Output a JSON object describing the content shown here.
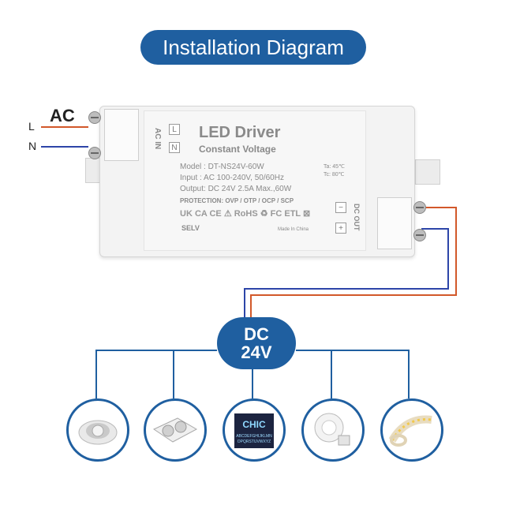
{
  "title": "Installation Diagram",
  "input_labels": {
    "ac": "AC",
    "l": "L",
    "n": "N"
  },
  "driver": {
    "ac_in_label": "AC IN",
    "terminal_l": "L",
    "terminal_n": "N",
    "name": "LED Driver",
    "subtitle": "Constant Voltage",
    "model": "Model : DT-NS24V-60W",
    "input": "Input   : AC 100-240V,  50/60Hz",
    "output": "Output: DC 24V  2.5A Max.,60W",
    "ta": "Ta: 45℃",
    "tc": "Tc: 80℃",
    "protection": "PROTECTION: OVP / OTP / OCP / SCP",
    "marks": "UK CA  CE  ⚠  RoHS  ♻  FC  ETL  ⊠",
    "selv": "SELV",
    "made_in": "Made In China",
    "dc_out_label": "DC OUT",
    "minus": "−",
    "plus": "+"
  },
  "output_badge": {
    "line1": "DC",
    "line2": "24V"
  },
  "devices": [
    {
      "icon": "downlight-icon"
    },
    {
      "icon": "grille-light-icon"
    },
    {
      "icon": "led-sign-icon",
      "text_top": "CHIC",
      "text_line1": "ABCDEFGHIJKLMN",
      "text_line2": "OPQRSTUVWXYZ"
    },
    {
      "icon": "spotlight-bulb-icon"
    },
    {
      "icon": "led-strip-icon"
    }
  ],
  "colors": {
    "brand_blue": "#1f5fa0",
    "wire_red": "#d2582a",
    "wire_blue": "#2d45a8"
  }
}
